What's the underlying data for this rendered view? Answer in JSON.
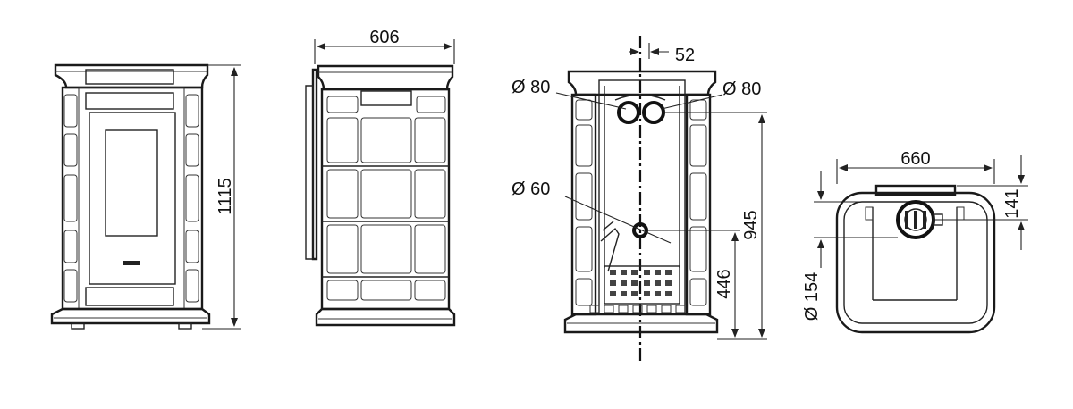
{
  "views": {
    "front": {
      "height_label": "1115"
    },
    "side": {
      "width_label": "606"
    },
    "rear": {
      "offset_label": "52",
      "pipe_left_label": "Ø 80",
      "pipe_right_label": "Ø 80",
      "inlet_label": "Ø 60",
      "height_upper_label": "945",
      "height_lower_label": "446"
    },
    "top": {
      "width_label": "660",
      "depth_back_label": "141",
      "pipe_label": "Ø 154"
    }
  },
  "colors": {
    "line": "#1a1a1a",
    "background": "#ffffff"
  }
}
